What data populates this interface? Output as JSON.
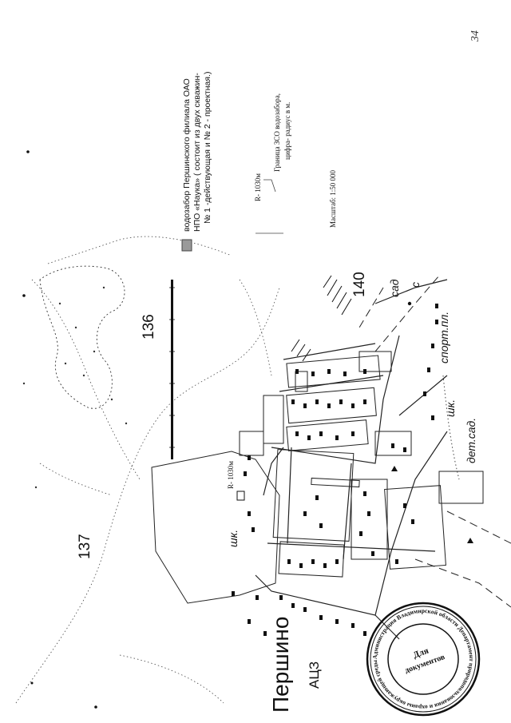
{
  "page": {
    "handwritten_page_number": "34"
  },
  "legend": {
    "water_intake_line1": "водозабор Першинского филиала ОАО",
    "water_intake_line2": "НПО «Наука» ( состоит из двух скважин-",
    "water_intake_line3": "№ 1 -действующая и № 2 - проектная.)",
    "radius_label": "R- 1030м",
    "zone_line1": "Граница ЗСО водозабора,",
    "zone_line2": "цифра- радиус в м.",
    "scale_label": "Масштаб: 1:50 000"
  },
  "map": {
    "village_name": "Першино",
    "quarter_137": "137",
    "quarter_136": "136",
    "quarter_140": "140",
    "azs_label": "АЦЗ",
    "school_label_left": "шк.",
    "school_label_right": "шк.",
    "sport_label": "спорт.пл.",
    "kindergarten_label": "дет.сад.",
    "garden_label": "сад",
    "garden_label_cut": "с",
    "radius_on_map": "R- 1030м"
  },
  "stamp": {
    "center_line1": "Для",
    "center_line2": "документов",
    "ring_text": "Администрация Владимирской области Департамент природопользования и охраны окружающей среды"
  },
  "colors": {
    "ink": "#111111",
    "paper": "#ffffff",
    "legend_box": "#9a9a9a"
  }
}
